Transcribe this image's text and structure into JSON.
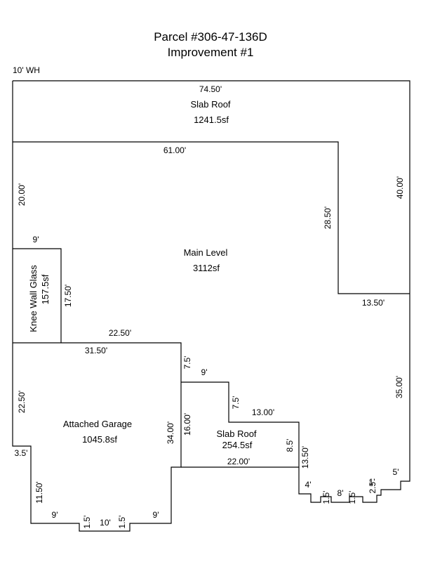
{
  "header": {
    "title": "Parcel #306-47-136D",
    "subtitle": "Improvement #1",
    "wall_height": "10' WH"
  },
  "areas": [
    {
      "name": "Slab Roof",
      "area": "1241.5sf"
    },
    {
      "name": "Main Level",
      "area": "3112sf"
    },
    {
      "name": "Knee Wall Glass",
      "area": "157.5sf"
    },
    {
      "name": "Attached Garage",
      "area": "1045.8sf"
    },
    {
      "name": "Slab Roof",
      "area": "254.5sf"
    }
  ],
  "dimensions": {
    "top": "74.50'",
    "main_top": "61.00'",
    "right_upper": "40.00'",
    "left_upper": "20.00'",
    "inner_right": "28.50'",
    "step_right": "13.50'",
    "knee_top": "9'",
    "knee_right": "17.50'",
    "knee_bottom": "22.50'",
    "garage_top": "31.50'",
    "garage_left": "22.50'",
    "garage_jog": "3.5'",
    "garage_lower_left": "11.50'",
    "garage_bottom_left": "9'",
    "notch_left": "1.5'",
    "notch_bottom": "10'",
    "notch_right": "1.5'",
    "garage_bottom_right": "9'",
    "garage_right": "34.00'",
    "jog_a_vertical": "7.5'",
    "jog_a_horizontal": "9'",
    "jog_b_vertical": "7.5'",
    "jog_b_horizontal": "13.00'",
    "slab_left": "16.00'",
    "slab_bottom": "22.00'",
    "jog_c_vertical": "8.5'",
    "jog_c_right": "13.50'",
    "right_lower": "35.00'",
    "step_4": "4'",
    "step_1_5_a": "1.5'",
    "step_8": "8'",
    "step_1_5_b": "1.5'",
    "step_2_5": "2.5'",
    "step_1": "1'",
    "step_5": "5'"
  }
}
